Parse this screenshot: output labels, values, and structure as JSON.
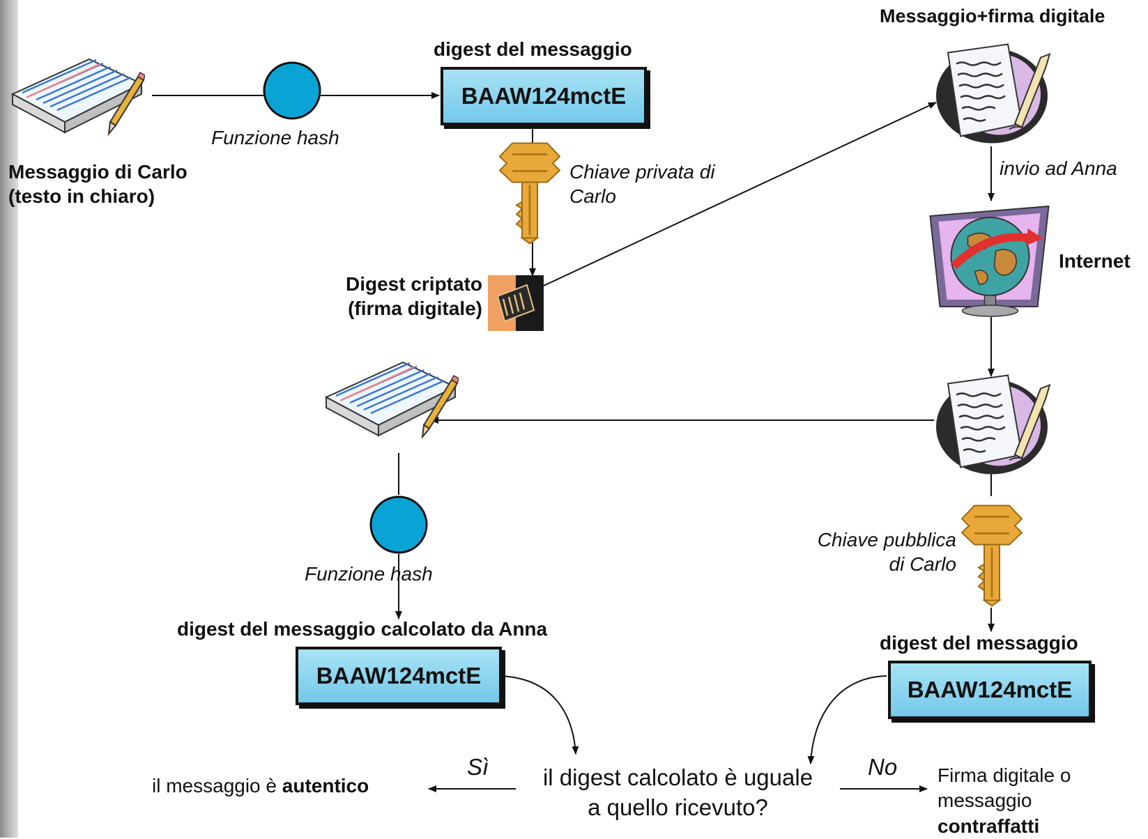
{
  "top": {
    "message_label_line1": "Messaggio di Carlo",
    "message_label_line2": "(testo in chiaro)",
    "hash_label": "Funzione hash",
    "digest_title": "digest del messaggio",
    "digest_value": "BAAW124mctE",
    "private_key_line1": "Chiave privata di",
    "private_key_line2": "Carlo",
    "encrypted_line1": "Digest criptato",
    "encrypted_line2": "(firma digitale)",
    "signed_title": "Messaggio+firma digitale",
    "send_label": "invio ad Anna",
    "internet_label": "Internet"
  },
  "bottom": {
    "hash_label": "Funzione hash",
    "computed_title": "digest del messaggio calcolato da Anna",
    "computed_value": "BAAW124mctE",
    "public_key_line1": "Chiave pubblica",
    "public_key_line2": "di Carlo",
    "received_title": "digest del messaggio",
    "received_value": "BAAW124mctE",
    "question_line1": "il digest calcolato è uguale",
    "question_line2": "a quello ricevuto?",
    "yes_label": "Sì",
    "no_label": "No",
    "authentic_prefix": "il messaggio è ",
    "authentic_bold": "autentico",
    "forged_line1": "Firma digitale o",
    "forged_line2": "messaggio",
    "forged_bold": "contraffatti"
  },
  "colors": {
    "hash_circle": "#0aa3d6",
    "digest_fill": "#86d2ee",
    "key": "#e8a93a"
  },
  "icons": [
    "notepad-icon",
    "hash-function-icon",
    "key-icon",
    "encrypted-digest-icon",
    "signed-document-icon",
    "internet-globe-icon"
  ]
}
